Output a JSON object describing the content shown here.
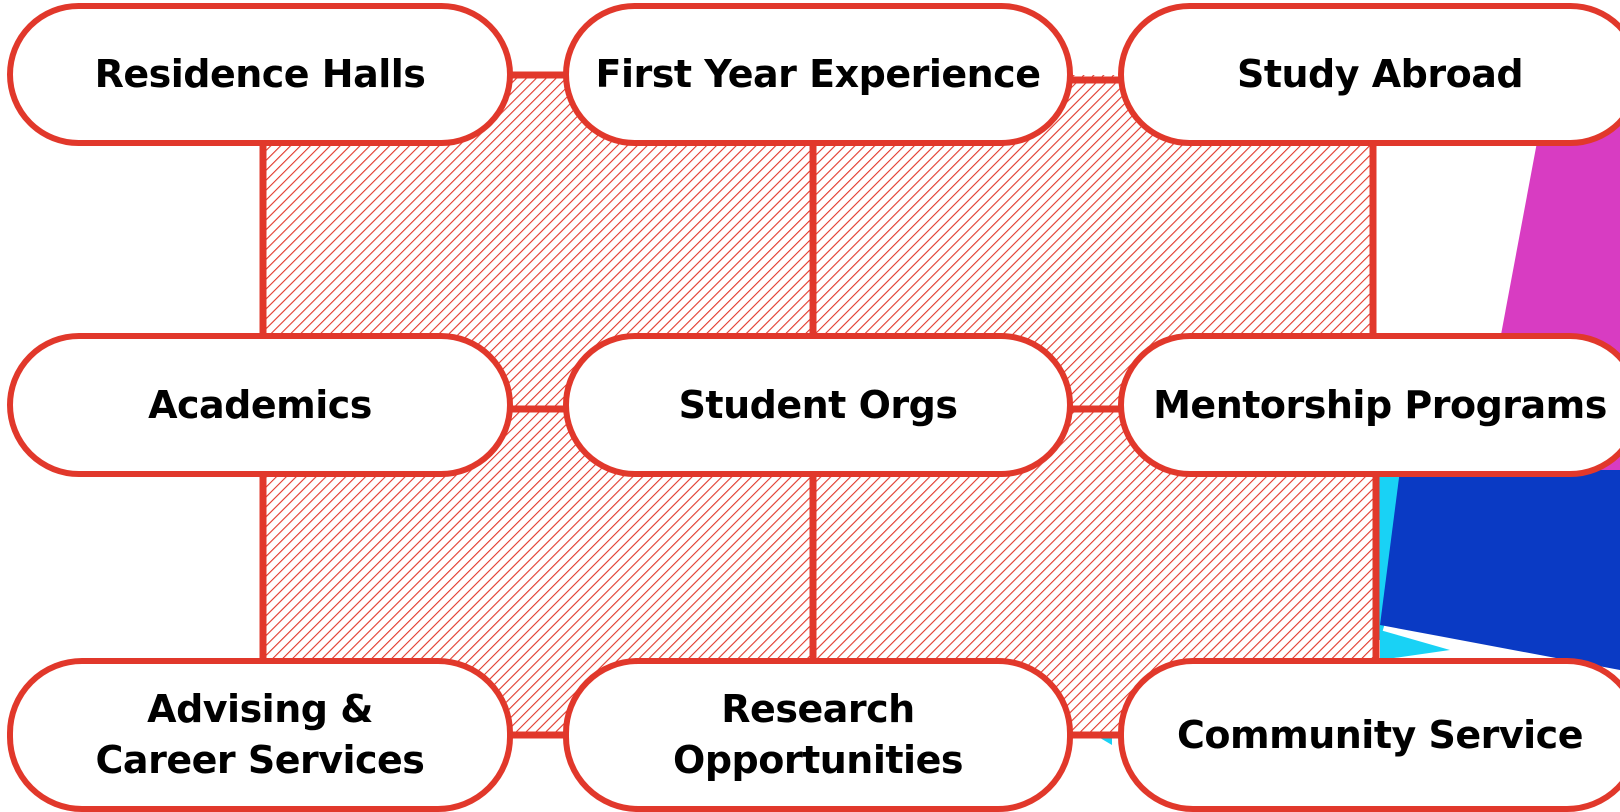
{
  "colors": {
    "accent": "#e1382b",
    "hatch": "#e1382b",
    "node_fill": "#ffffff",
    "text": "#000000",
    "deco_magenta": "#d83cc2",
    "deco_blue": "#0a3ac4",
    "deco_cyan": "#19d2f5"
  },
  "nodes": {
    "residence_halls": {
      "label": "Residence Halls"
    },
    "first_year": {
      "label": "First Year Experience"
    },
    "study_abroad": {
      "label": "Study Abroad"
    },
    "academics": {
      "label": "Academics"
    },
    "student_orgs": {
      "label": "Student Orgs"
    },
    "mentorship": {
      "label": "Mentorship Programs"
    },
    "advising": {
      "line1": "Advising &",
      "line2": "Career Services"
    },
    "research": {
      "line1": "Research",
      "line2": "Opportunities"
    },
    "community": {
      "label": "Community Service"
    }
  }
}
